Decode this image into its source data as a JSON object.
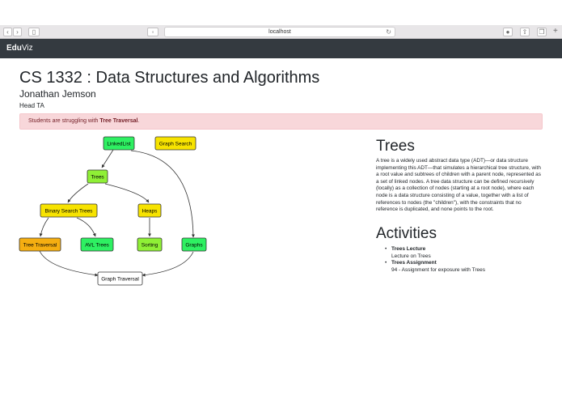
{
  "browser": {
    "url": "localhost"
  },
  "navbar": {
    "brand_bold": "Edu",
    "brand_rest": "Viz"
  },
  "course": {
    "title": "CS 1332 : Data Structures and Algorithms"
  },
  "user": {
    "name": "Jonathan Jemson",
    "role": "Head TA"
  },
  "alert": {
    "prefix": "Students are struggling with",
    "topic": "Tree Traversal",
    "suffix": "."
  },
  "graph": {
    "nodes": [
      {
        "id": "linkedlist",
        "label": "LinkedList",
        "color": "#2ef062"
      },
      {
        "id": "graphsearch",
        "label": "Graph Search",
        "color": "#f7e300"
      },
      {
        "id": "trees",
        "label": "Trees",
        "color": "#8ff036"
      },
      {
        "id": "bst",
        "label": "Binary Search Trees",
        "color": "#f7e300"
      },
      {
        "id": "heaps",
        "label": "Heaps",
        "color": "#f7e300"
      },
      {
        "id": "treetraversal",
        "label": "Tree Traversal",
        "color": "#f5ae11"
      },
      {
        "id": "avltrees",
        "label": "AVL Trees",
        "color": "#2ef062"
      },
      {
        "id": "sorting",
        "label": "Sorting",
        "color": "#8ff036"
      },
      {
        "id": "graphs",
        "label": "Graphs",
        "color": "#2ef062"
      },
      {
        "id": "graphtraversal",
        "label": "Graph Traversal",
        "color": "#ffffff"
      }
    ]
  },
  "topic": {
    "title": "Trees",
    "description": "A tree is a widely used abstract data type (ADT)—or data structure implementing this ADT—that simulates a hierarchical tree structure, with a root value and subtrees of children with a parent node, represented as a set of linked nodes. A tree data structure can be defined recursively (locally) as a collection of nodes (starting at a root node), where each node is a data structure consisting of a value, together with a list of references to nodes (the \"children\"), with the constraints that no reference is duplicated, and none points to the root."
  },
  "activities": {
    "title": "Activities",
    "items": [
      {
        "name": "Trees Lecture",
        "detail": "Lecture on Trees"
      },
      {
        "name": "Trees Assignment",
        "detail": "94 - Assignment for exposure with Trees"
      }
    ]
  }
}
